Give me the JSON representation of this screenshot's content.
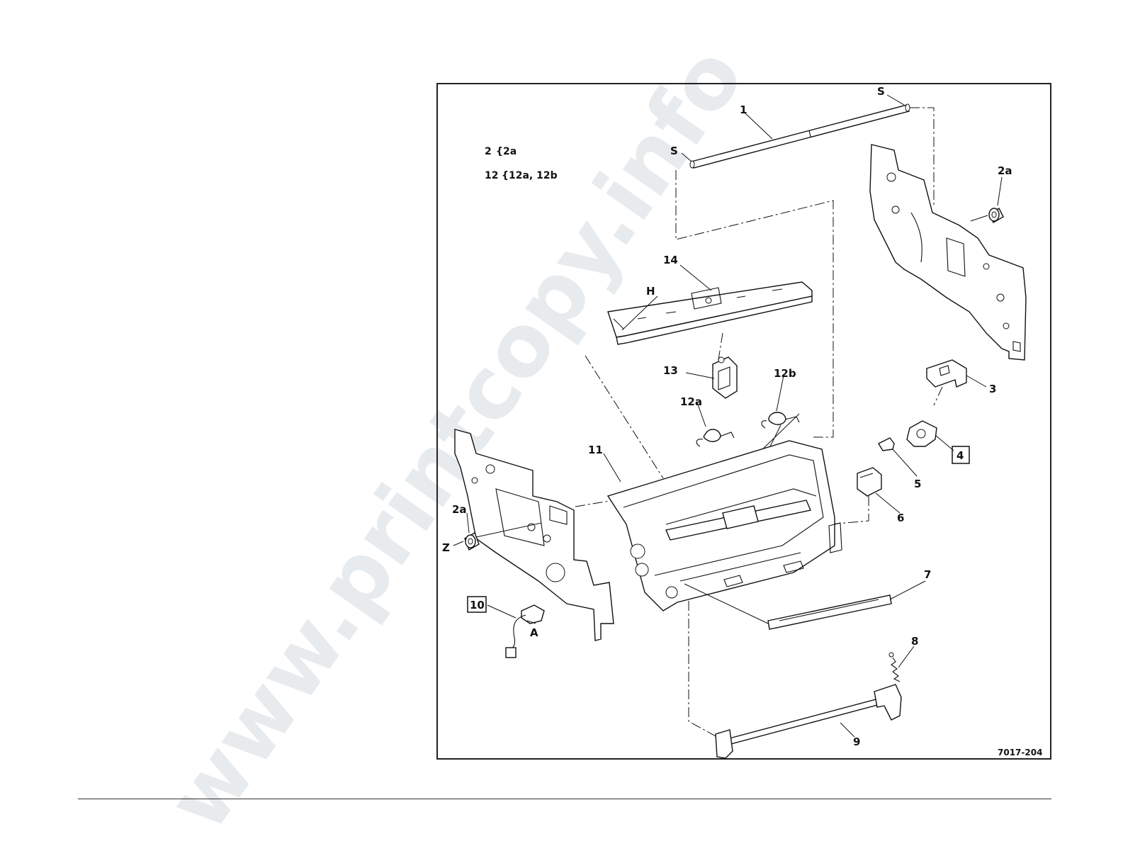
{
  "figure_id": "7017-204",
  "group_notes": [
    {
      "item": "2",
      "contains": "{2a"
    },
    {
      "item": "12",
      "contains": "{12a, 12b"
    }
  ],
  "watermark": "www.printcopy.info",
  "callouts": {
    "c1": "1",
    "c2a_right": "2a",
    "c2a_left": "2a",
    "c3": "3",
    "c4": "4",
    "c5": "5",
    "c6": "6",
    "c7": "7",
    "c8": "8",
    "c9": "9",
    "c10": "10",
    "c11": "11",
    "c12a": "12a",
    "c12b": "12b",
    "c13": "13",
    "c14": "14",
    "s_left": "S",
    "s_right": "S",
    "h": "H",
    "z": "Z",
    "a": "A"
  }
}
